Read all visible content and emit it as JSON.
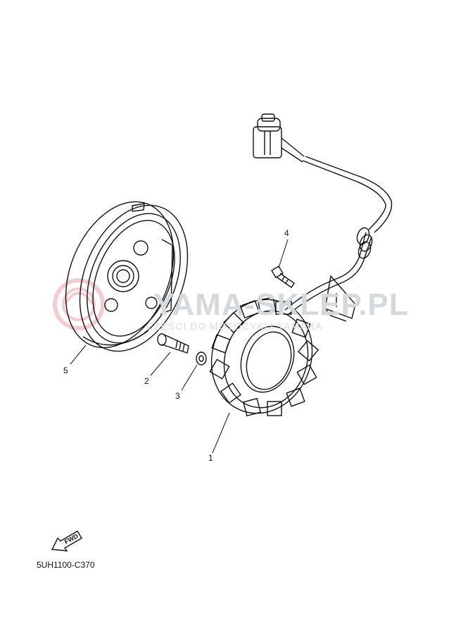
{
  "diagram": {
    "callouts": [
      "1",
      "2",
      "3",
      "4",
      "5"
    ],
    "code": "5UH1100-C370",
    "fwd_label": "FWD"
  },
  "watermark": {
    "main": "YAMA-SKLEP.PL",
    "sub": "CZĘŚCI DO MOTOCYKLI YAMAHA"
  },
  "colors": {
    "line": "#111111",
    "watermark_logo": "#e8a6a6",
    "watermark_text": "#d5d9dc"
  }
}
